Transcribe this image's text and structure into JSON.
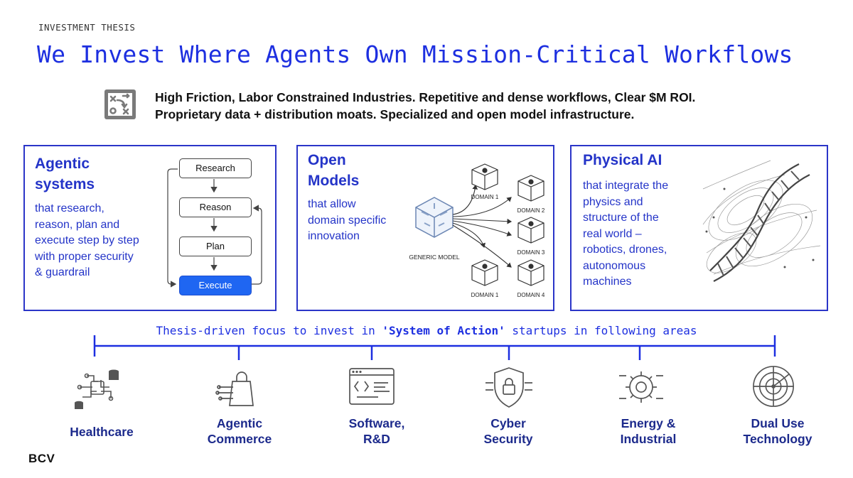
{
  "header": {
    "eyebrow": "INVESTMENT THESIS",
    "title": "We Invest Where Agents Own Mission-Critical Workflows"
  },
  "summary": {
    "icon": "strategy-board-icon",
    "line1": "High Friction, Labor Constrained Industries. Repetitive and dense workflows, Clear $M ROI.",
    "line2": "Proprietary data + distribution moats. Specialized and open model infrastructure."
  },
  "panels": [
    {
      "title_lines": [
        "Agentic",
        "systems"
      ],
      "desc_lines": [
        "that research,",
        "reason, plan and",
        "execute step by step",
        "with proper security",
        "& guardrail"
      ],
      "flow": [
        "Research",
        "Reason",
        "Plan",
        "Execute"
      ]
    },
    {
      "title_lines": [
        "Open",
        "Models"
      ],
      "desc_lines": [
        "that allow",
        "domain specific",
        "innovation"
      ],
      "diagram": {
        "center": "GENERIC MODEL",
        "domains": [
          "DOMAIN 1",
          "DOMAIN 2",
          "DOMAIN 3",
          "DOMAIN 1",
          "DOMAIN 4"
        ]
      }
    },
    {
      "title_lines": [
        "Physical AI"
      ],
      "desc_lines": [
        "that integrate the",
        "physics and",
        "structure of the",
        "real world –",
        "robotics, drones,",
        "autonomous",
        "machines"
      ],
      "image": "dna-helix-field-icon"
    }
  ],
  "focus": {
    "prefix": "Thesis-driven focus to invest in ",
    "highlight": "'System of Action'",
    "suffix": " startups in following areas"
  },
  "areas": [
    {
      "label_lines": [
        "Healthcare"
      ],
      "icon": "healthcare-circuit-icon"
    },
    {
      "label_lines": [
        "Agentic",
        "Commerce"
      ],
      "icon": "shopping-bag-circuit-icon"
    },
    {
      "label_lines": [
        "Software,",
        "R&D"
      ],
      "icon": "code-window-icon"
    },
    {
      "label_lines": [
        "Cyber",
        "Security"
      ],
      "icon": "shield-lock-icon"
    },
    {
      "label_lines": [
        "Energy &",
        "Industrial"
      ],
      "icon": "gear-circuit-icon"
    },
    {
      "label_lines": [
        "Dual Use",
        "Technology"
      ],
      "icon": "radar-icon"
    }
  ],
  "footer": {
    "logo": "BCV"
  },
  "colors": {
    "accent": "#1d2fe0",
    "panel_border": "#2b35c8",
    "execute_fill": "#1f66f2",
    "area_label": "#1c2a8c"
  }
}
